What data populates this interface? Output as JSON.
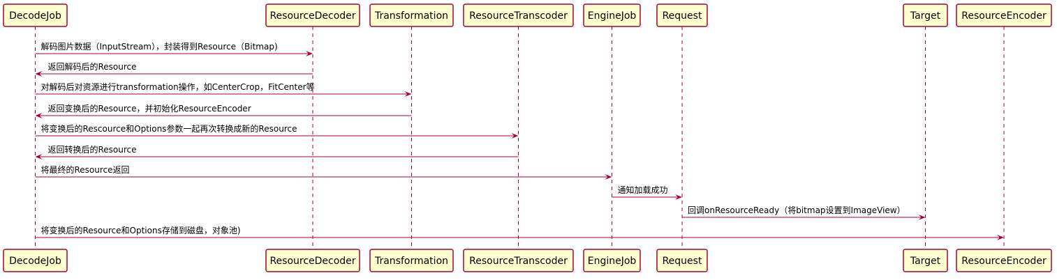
{
  "colors": {
    "box_fill": "#FEFECE",
    "border": "#A80036",
    "text": "#000000"
  },
  "participants": [
    {
      "id": "decodejob",
      "label": "DecodeJob"
    },
    {
      "id": "resourcedecoder",
      "label": "ResourceDecoder"
    },
    {
      "id": "transformation",
      "label": "Transformation"
    },
    {
      "id": "resourcetranscoder",
      "label": "ResourceTranscoder"
    },
    {
      "id": "enginejob",
      "label": "EngineJob"
    },
    {
      "id": "request",
      "label": "Request"
    },
    {
      "id": "target",
      "label": "Target"
    },
    {
      "id": "resourceencoder",
      "label": "ResourceEncoder"
    }
  ],
  "messages": [
    {
      "from": 0,
      "to": 1,
      "label": "解码图片数据（InputStream），封装得到Resource（Bitmap)"
    },
    {
      "from": 1,
      "to": 0,
      "label": "返回解码后的Resource"
    },
    {
      "from": 0,
      "to": 2,
      "label": "对解码后对资源进行transformation操作，如CenterCrop，FitCenter等"
    },
    {
      "from": 2,
      "to": 0,
      "label": "返回变换后的Resource，并初始化ResourceEncoder"
    },
    {
      "from": 0,
      "to": 3,
      "label": "将变换后的Rescource和Options参数一起再次转换成新的Resource"
    },
    {
      "from": 3,
      "to": 0,
      "label": "返回转换后的Resource"
    },
    {
      "from": 0,
      "to": 4,
      "label": "将最终的Resource返回"
    },
    {
      "from": 4,
      "to": 5,
      "label": "通知加载成功"
    },
    {
      "from": 5,
      "to": 6,
      "label": "回调onResourceReady（将bitmap设置到ImageView）"
    },
    {
      "from": 0,
      "to": 7,
      "label": "将变换后的Resource和Options存储到磁盘，对象池)"
    }
  ]
}
